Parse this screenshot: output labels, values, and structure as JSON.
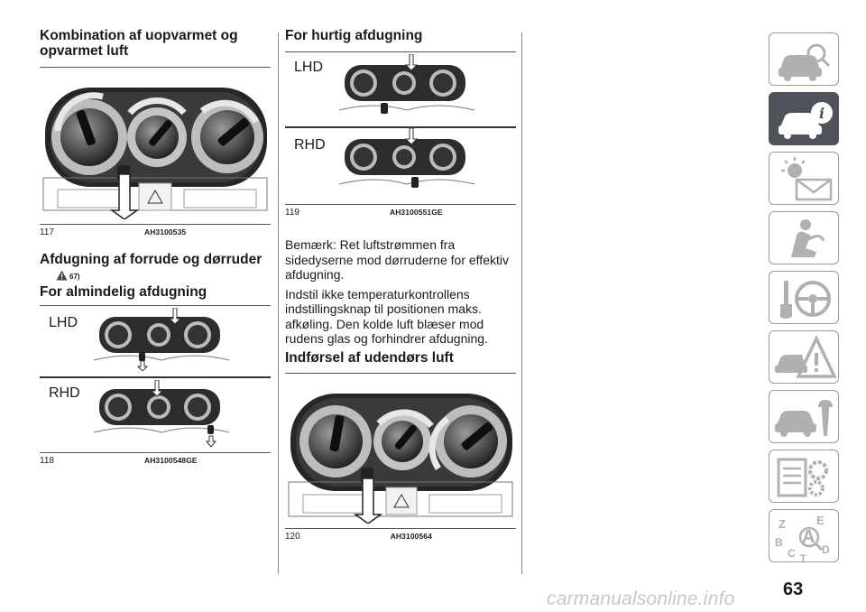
{
  "col1": {
    "heading1": "Kombination af uopvarmet og opvarmet luft",
    "fig117": {
      "number": "117",
      "code": "AH3100535"
    },
    "heading2": "Afdugning af forrude og dørruder",
    "warning_ref": "67)",
    "heading3": "For almindelig afdugning",
    "fig118": {
      "number": "118",
      "code": "AH3100548GE",
      "label_top": "LHD",
      "label_bottom": "RHD"
    }
  },
  "col2": {
    "heading1": "For hurtig afdugning",
    "fig119": {
      "number": "119",
      "code": "AH3100551GE",
      "label_top": "LHD",
      "label_bottom": "RHD"
    },
    "para1": "Bemærk: Ret luftstrømmen fra sidedyserne mod dørruderne for effektiv afdugning.",
    "para2": "Indstil ikke temperaturkontrollens indstillingsknap til positionen maks. afkøling. Den kolde luft blæser mod rudens glas og forhindrer afdugning.",
    "heading2": "Indførsel af udendørs luft",
    "fig120": {
      "number": "120",
      "code": "AH3100564"
    }
  },
  "sidebar": {
    "tabs": [
      {
        "name": "car-search-icon",
        "active": false
      },
      {
        "name": "car-info-icon",
        "active": true
      },
      {
        "name": "warning-lights-message-icon",
        "active": false
      },
      {
        "name": "airbag-seat-icon",
        "active": false
      },
      {
        "name": "key-steering-wheel-icon",
        "active": false
      },
      {
        "name": "breakdown-triangle-icon",
        "active": false
      },
      {
        "name": "car-service-wrench-icon",
        "active": false
      },
      {
        "name": "specs-gear-icon",
        "active": false
      },
      {
        "name": "alphabetical-index-icon",
        "active": false
      }
    ],
    "index_letters": "Z E A B C D T"
  },
  "page_number": "63",
  "watermark": "carmanualsonline.info"
}
